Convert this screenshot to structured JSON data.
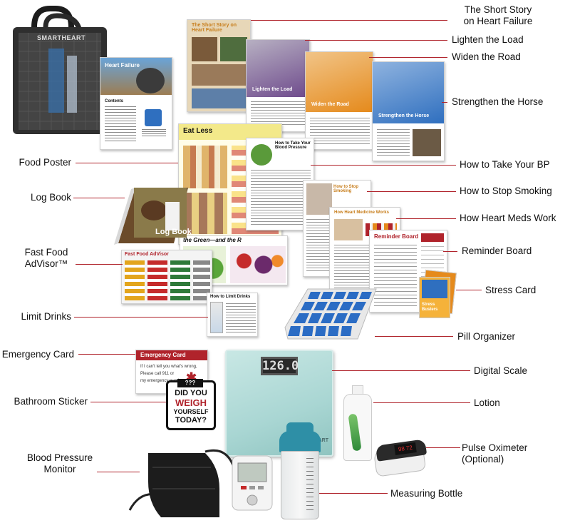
{
  "labels": {
    "short_story_line1": "The Short Story",
    "short_story_line2": "on Heart Failure",
    "lighten": "Lighten the Load",
    "widen": "Widen the Road",
    "strengthen": "Strengthen the Horse",
    "food_poster": "Food Poster",
    "take_bp": "How to Take Your BP",
    "log_book": "Log Book",
    "stop_smoking": "How to Stop Smoking",
    "heart_meds": "How Heart Meds Work",
    "fast_food_line1": "Fast Food",
    "fast_food_line2": "AdVisor™",
    "reminder_board": "Reminder Board",
    "stress_card": "Stress Card",
    "limit_drinks": "Limit Drinks",
    "pill_organizer": "Pill Organizer",
    "emergency_card": "Emergency Card",
    "digital_scale": "Digital Scale",
    "bathroom_sticker": "Bathroom Sticker",
    "lotion": "Lotion",
    "pulse_ox_line1": "Pulse Oximeter",
    "pulse_ox_line2": "(Optional)",
    "bp_monitor_line1": "Blood Pressure",
    "bp_monitor_line2": "Monitor",
    "measuring_bottle": "Measuring Bottle"
  },
  "product_text": {
    "bag_brand": "SMARTHEART",
    "booklet_main_title": "Heart Failure",
    "booklet_contents": "Contents",
    "short_story_title": "The Short Story on Heart Failure",
    "lighten_title": "Lighten the Load",
    "widen_title": "Widen the Road",
    "strengthen_title": "Strengthen the Horse",
    "eat_less": "Eat Less",
    "bp_card_title": "How to Take Your Blood Pressure",
    "smoking_title": "How to Stop Smoking",
    "meds_title": "How Heart Medicine Works",
    "reminder_title": "Reminder Board",
    "log_book_text": "Log Book",
    "fast_food_title": "Fast Food AdVisor",
    "limit_drinks_title": "How to Limit Drinks",
    "emergency_title": "Emergency Card",
    "emergency_line1": "If I can't tell you what's wrong,",
    "emergency_line2": "Please call 911 or",
    "emergency_line3": "my emergency number.",
    "sticker_q": "???",
    "sticker_l1": "DID YOU",
    "sticker_l2": "WEIGH",
    "sticker_l3": "YOURSELF",
    "sticker_l4": "TODAY?",
    "scale_reading": "126.0",
    "scale_brand": "SMARTHEART",
    "stress_card_text": "Stress Busters",
    "green_red": "the Green—and the R"
  },
  "colors": {
    "label_line": "#b0232b",
    "purple": "#6e4a8c",
    "orange": "#e58a1c",
    "blue": "#2f6fbf",
    "scale_glass": "#a9d6d3",
    "pill_blue": "#2b6cc4",
    "bottle_teal": "#2e8fa6"
  }
}
